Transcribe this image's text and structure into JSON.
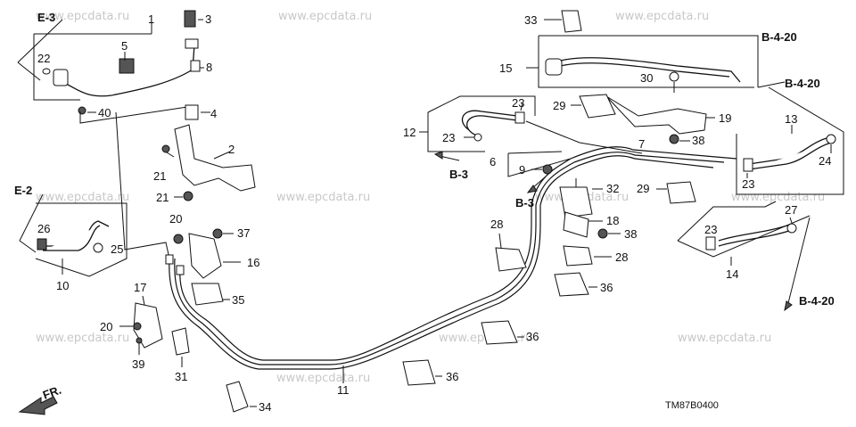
{
  "watermark": "www.epcdata.ru",
  "diagram_code": "TM87B0400",
  "front_label": "FR.",
  "callouts": {
    "c1": "1",
    "c2": "2",
    "c3": "3",
    "c4": "4",
    "c5": "5",
    "c6": "6",
    "c7": "7",
    "c8": "8",
    "c9": "9",
    "c10": "10",
    "c11": "11",
    "c12": "12",
    "c13": "13",
    "c14": "14",
    "c15": "15",
    "c16": "16",
    "c17": "17",
    "c18": "18",
    "c19": "19",
    "c20a": "20",
    "c20b": "20",
    "c21a": "21",
    "c21b": "21",
    "c22": "22",
    "c23a": "23",
    "c23b": "23",
    "c23c": "23",
    "c23d": "23",
    "c24": "24",
    "c25": "25",
    "c26": "26",
    "c27": "27",
    "c28a": "28",
    "c28b": "28",
    "c29a": "29",
    "c29b": "29",
    "c30": "30",
    "c31": "31",
    "c32": "32",
    "c33": "33",
    "c34": "34",
    "c35": "35",
    "c36a": "36",
    "c36b": "36",
    "c36c": "36",
    "c37": "37",
    "c38a": "38",
    "c38b": "38",
    "c39": "39",
    "c40": "40"
  },
  "references": {
    "e3": "E-3",
    "e2": "E-2",
    "b3a": "B-3",
    "b3b": "B-3",
    "b420a": "B-4-20",
    "b420b": "B-4-20",
    "b420c": "B-4-20"
  }
}
